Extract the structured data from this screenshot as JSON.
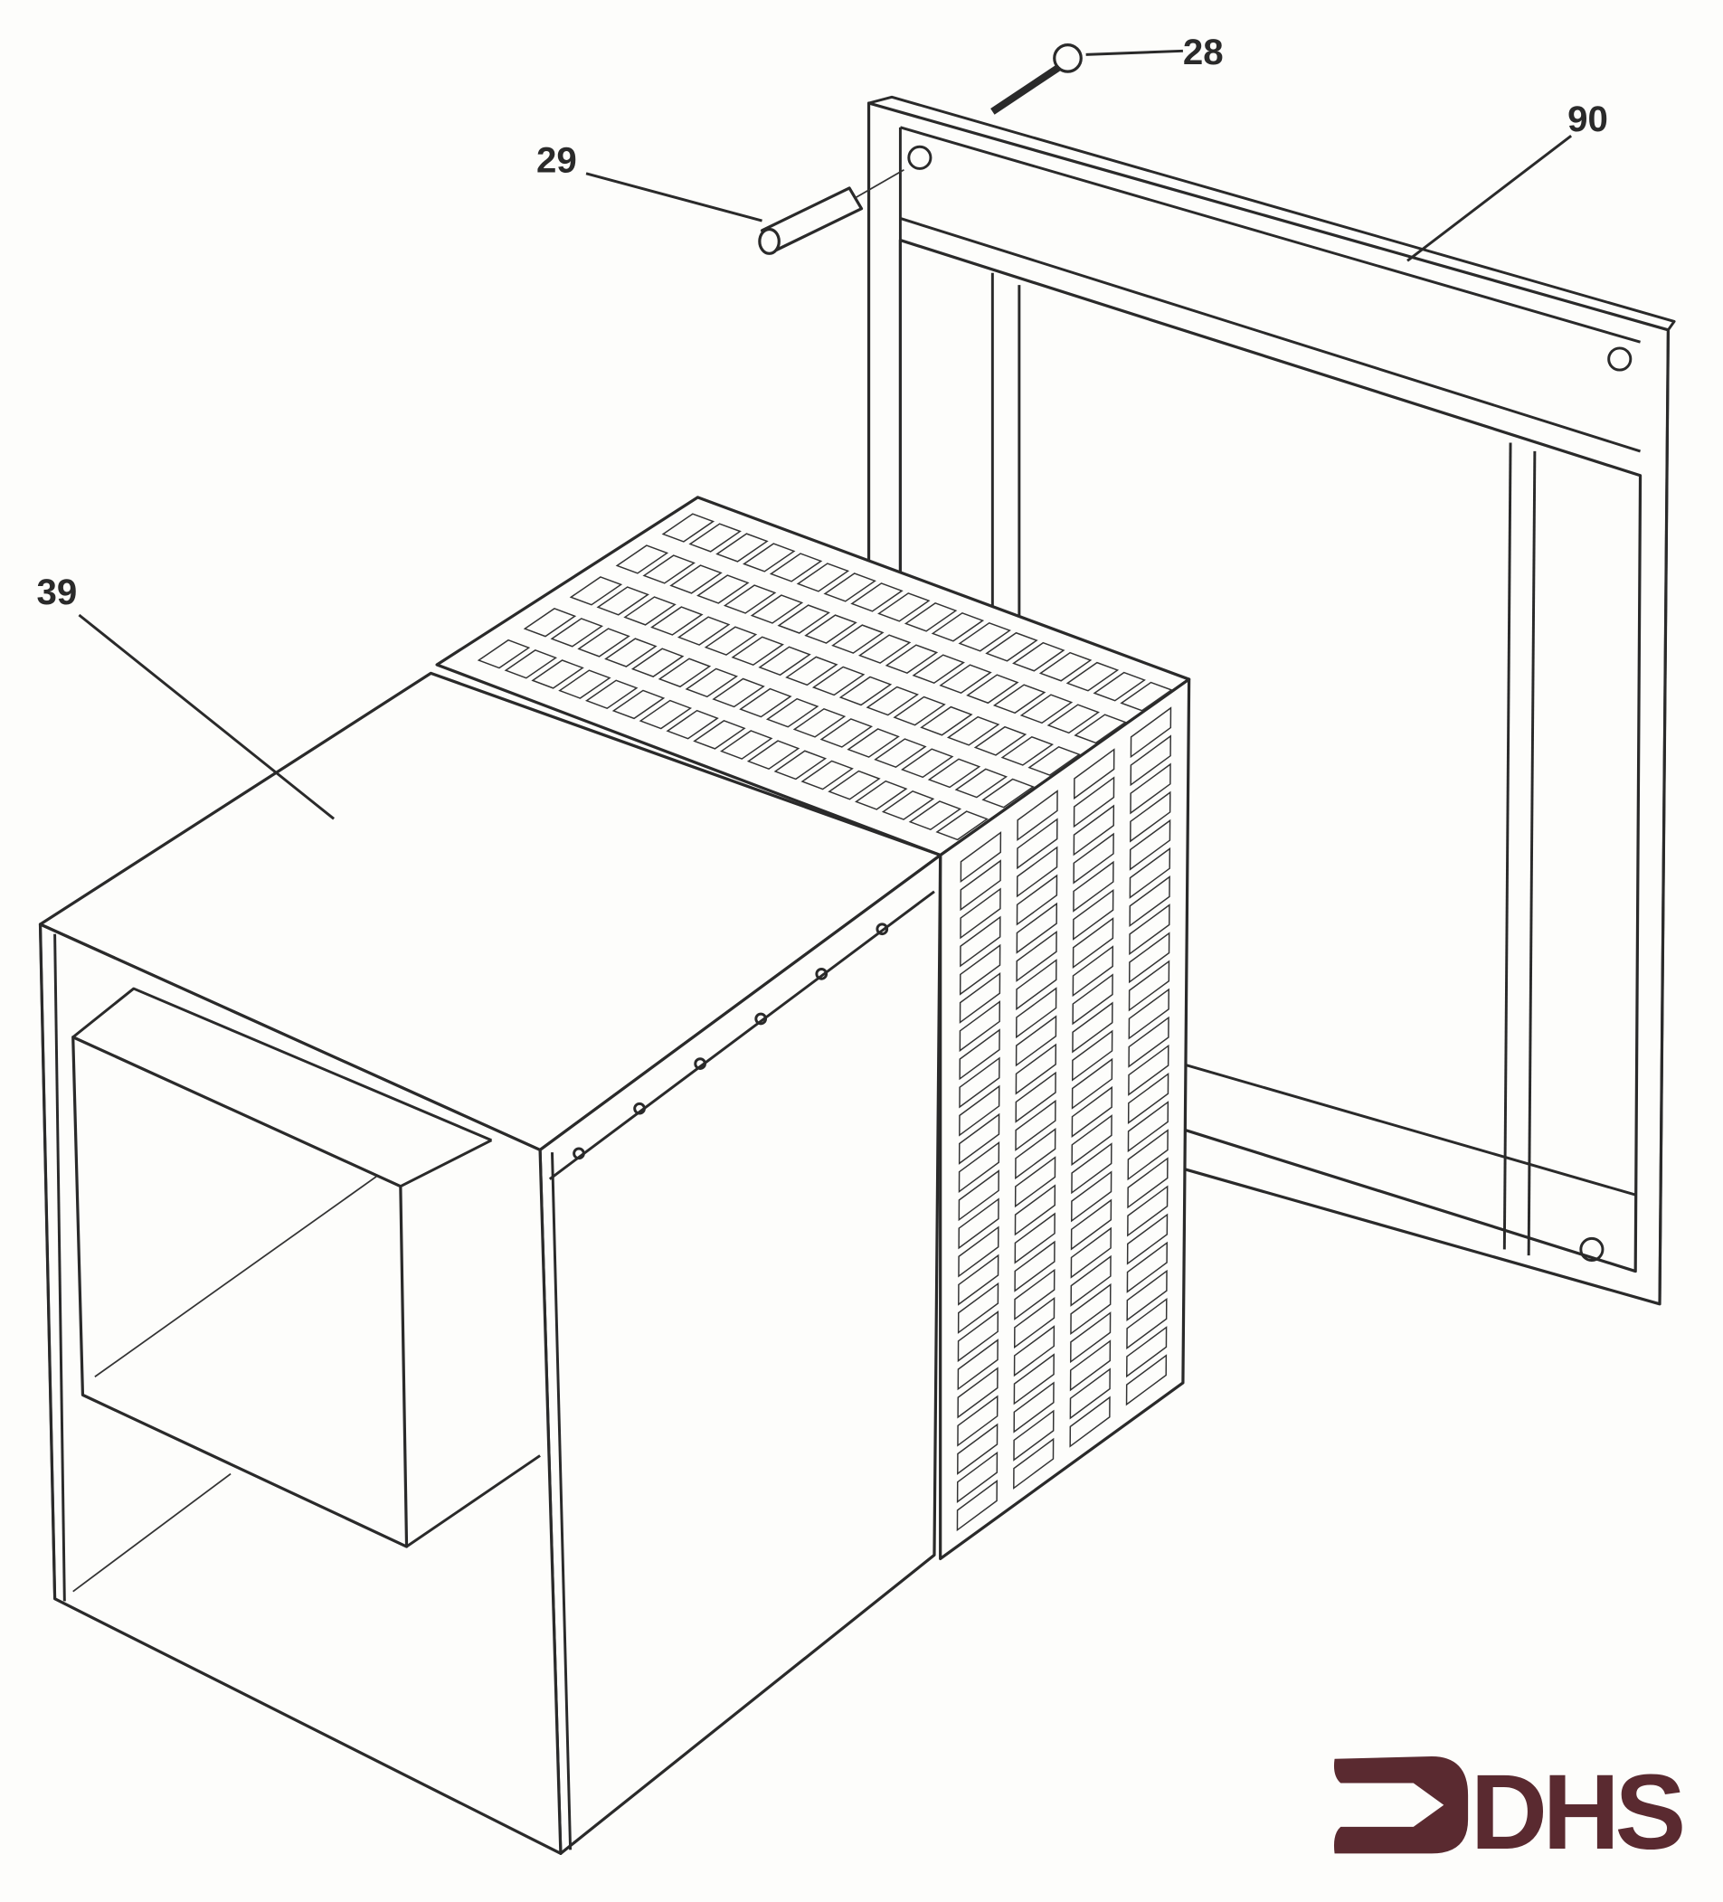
{
  "diagram": {
    "parts": [
      {
        "id": "28",
        "label": "28",
        "name": "screw"
      },
      {
        "id": "29",
        "label": "29",
        "name": "pin"
      },
      {
        "id": "39",
        "label": "39",
        "name": "duct-housing"
      },
      {
        "id": "90",
        "label": "90",
        "name": "mounting-frame"
      }
    ],
    "logo": {
      "text": "DHS",
      "color": "#5a2a30"
    },
    "line_color": "#2a2a2a"
  }
}
